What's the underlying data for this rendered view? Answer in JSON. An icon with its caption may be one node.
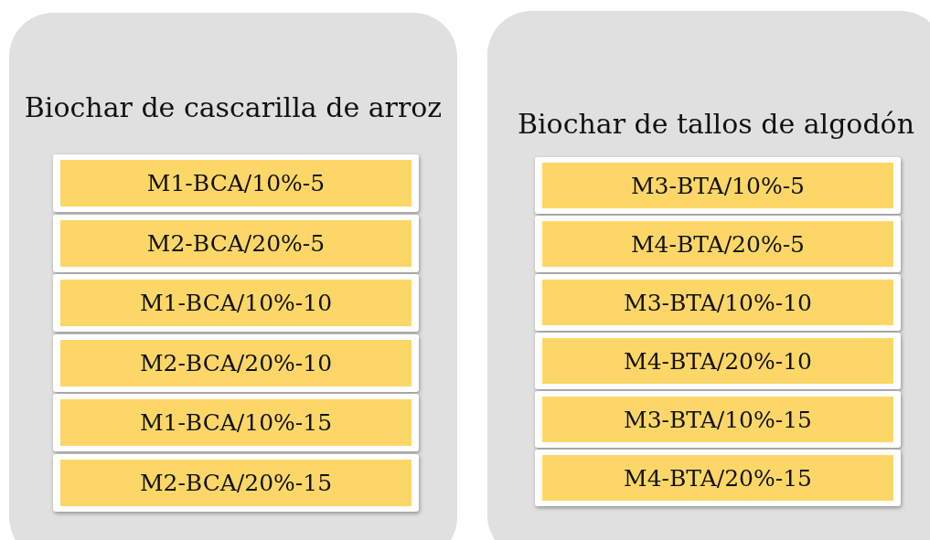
{
  "diagram": {
    "nodes": [
      {
        "text": [
          "Biochar de cascarilla de arroz"
        ]
      },
      {
        "text": [
          "M1-BCA/10%-5"
        ],
        "in": 0
      },
      {
        "text": [
          "M2-BCA/20%-5"
        ],
        "in": 0
      },
      {
        "text": [
          "M1-BCA/10%-10"
        ],
        "in": 0
      },
      {
        "text": [
          "M2-BCA/20%-10"
        ],
        "in": 0
      },
      {
        "text": [
          "M1-BCA/10%-15"
        ],
        "in": 0
      },
      {
        "text": [
          "M2-BCA/20%-15"
        ],
        "in": 0
      },
      {
        "text": [
          "Biochar de tallos de algodón"
        ]
      },
      {
        "text": [
          "M3-BTA/10%-5"
        ],
        "in": 7
      },
      {
        "text": [
          "M4-BTA/20%-5"
        ],
        "in": 7
      },
      {
        "text": [
          "M3-BTA/10%-10"
        ],
        "in": 7
      },
      {
        "text": [
          "M4-BTA/20%-10"
        ],
        "in": 7
      },
      {
        "text": [
          "M3-BTA/10%-15"
        ],
        "in": 7
      },
      {
        "text": [
          "M4-BTA/20%-15"
        ],
        "in": 7
      }
    ]
  }
}
